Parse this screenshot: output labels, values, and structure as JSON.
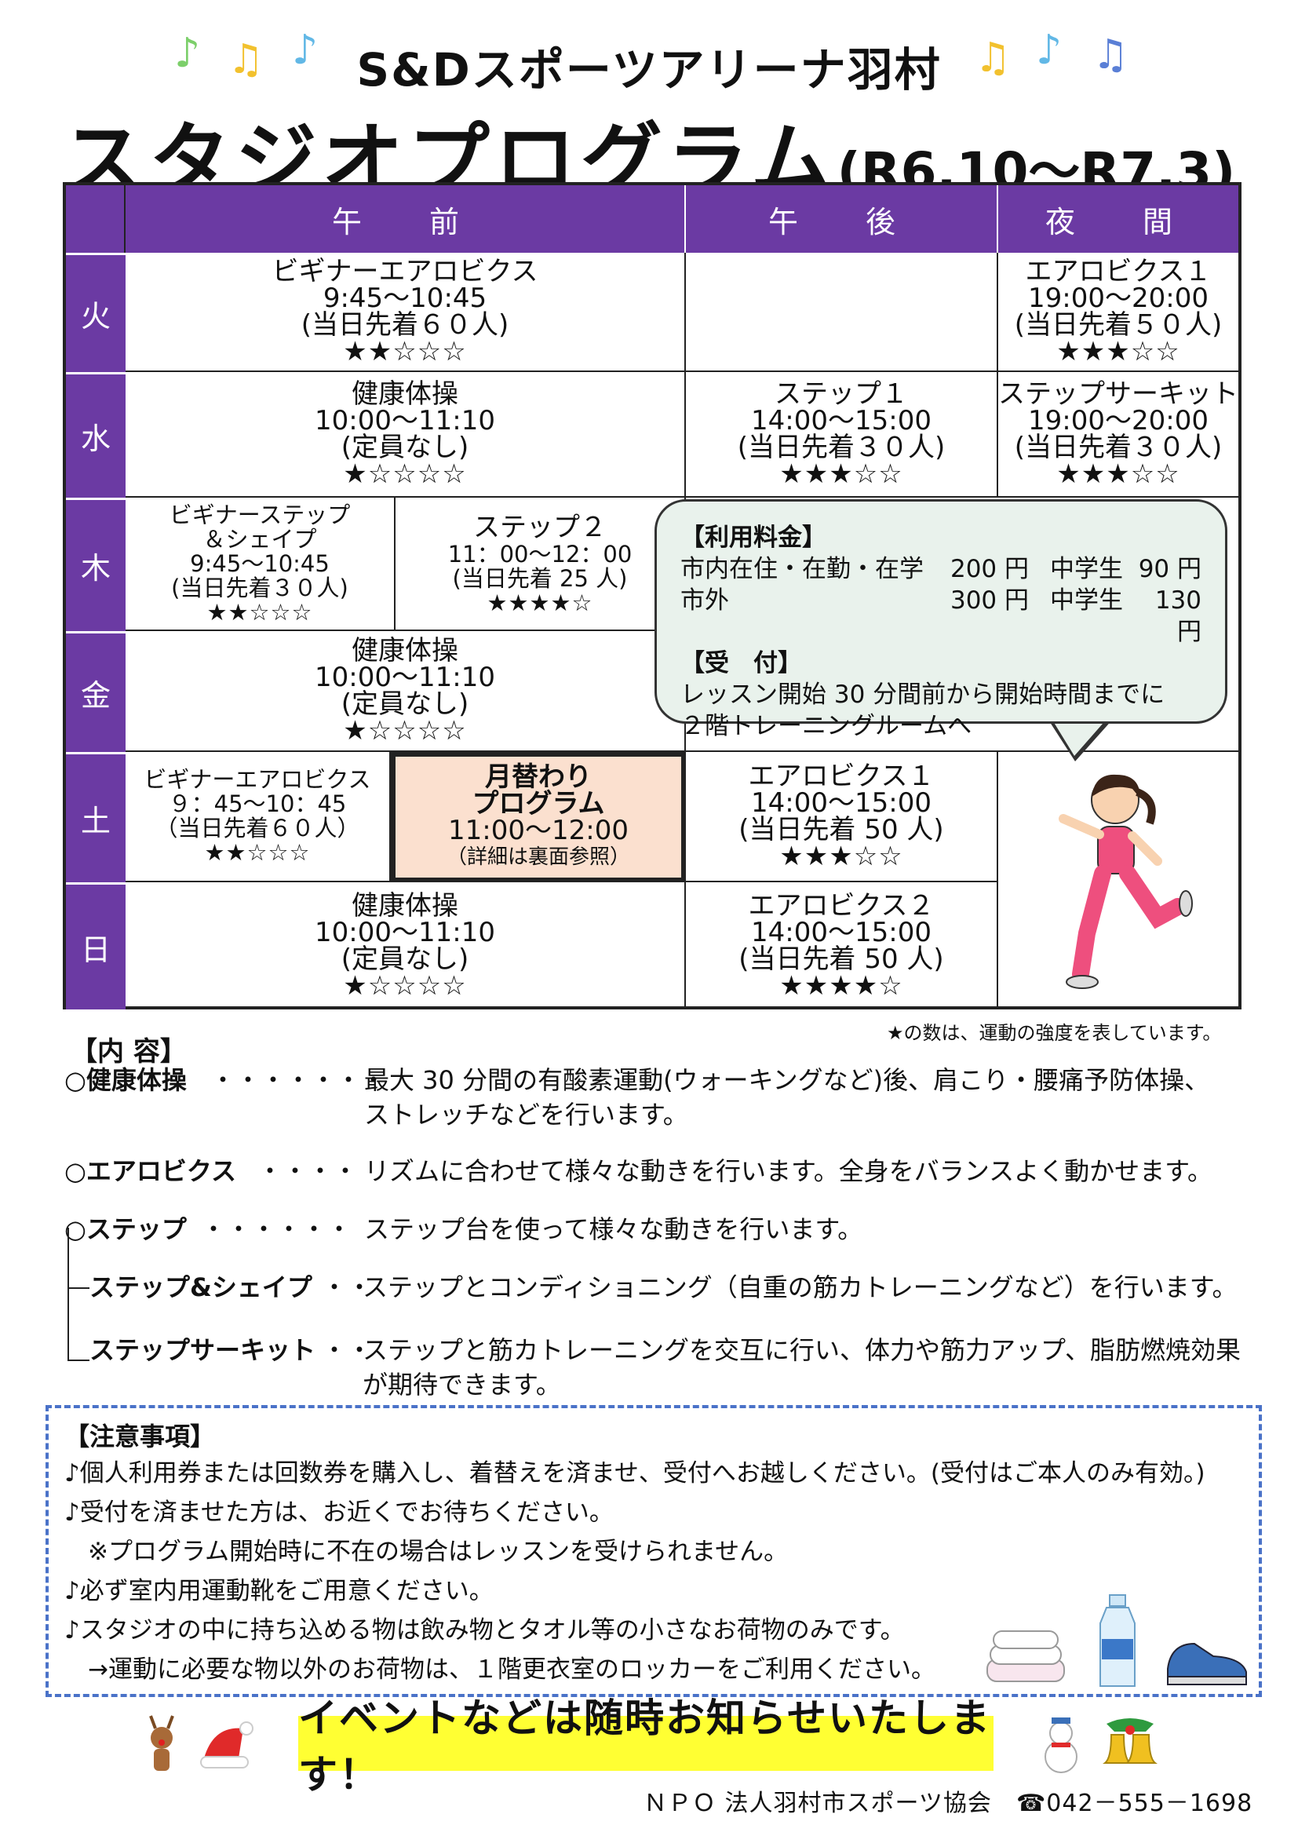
{
  "header": {
    "venue": "S&Dスポーツアリーナ羽村",
    "title": "スタジオプログラム",
    "period": "(R6.10～R7.3)"
  },
  "table": {
    "columns": [
      "午　前",
      "午　後",
      "夜　間"
    ],
    "days": [
      "火",
      "水",
      "木",
      "金",
      "土",
      "日"
    ],
    "tue": {
      "am": {
        "name": "ビギナーエアロビクス",
        "time": "9:45～10:45",
        "cap": "(当日先着６０人)",
        "stars": "★★☆☆☆"
      },
      "night": {
        "name": "エアロビクス１",
        "time": "19:00～20:00",
        "cap": "(当日先着５０人)",
        "stars": "★★★☆☆"
      }
    },
    "wed": {
      "am": {
        "name": "健康体操",
        "time": "10:00～11:10",
        "cap": "(定員なし)",
        "stars": "★☆☆☆☆"
      },
      "pm": {
        "name": "ステップ１",
        "time": "14:00～15:00",
        "cap": "(当日先着３０人)",
        "stars": "★★★☆☆"
      },
      "night": {
        "name": "ステップサーキット",
        "time": "19:00～20:00",
        "cap": "(当日先着３０人)",
        "stars": "★★★☆☆"
      }
    },
    "thu": {
      "am1": {
        "name1": "ビギナーステップ",
        "name2": "＆シェイプ",
        "time": "9:45～10:45",
        "cap": "(当日先着３０人)",
        "stars": "★★☆☆☆"
      },
      "am2": {
        "name": "ステップ２",
        "time": "11：00～12：00",
        "cap": "(当日先着 25 人)",
        "stars": "★★★★☆"
      }
    },
    "fri": {
      "am": {
        "name": "健康体操",
        "time": "10:00～11:10",
        "cap": "(定員なし)",
        "stars": "★☆☆☆☆"
      }
    },
    "sat": {
      "am1": {
        "name": "ビギナーエアロビクス",
        "time": "９：45～10：45",
        "cap": "（当日先着６０人）",
        "stars": "★★☆☆☆"
      },
      "am2": {
        "name1": "月替わり",
        "name2": "プログラム",
        "time": "11:00～12:00",
        "cap": "（詳細は裏面参照）"
      },
      "pm": {
        "name": "エアロビクス１",
        "time": "14:00～15:00",
        "cap": "(当日先着 50 人)",
        "stars": "★★★☆☆"
      }
    },
    "sun": {
      "am": {
        "name": "健康体操",
        "time": "10:00～11:10",
        "cap": "(定員なし)",
        "stars": "★☆☆☆☆"
      },
      "pm": {
        "name": "エアロビクス２",
        "time": "14:00～15:00",
        "cap": "(当日先着 50 人)",
        "stars": "★★★★☆"
      }
    }
  },
  "fees": {
    "title": "【利用料金】",
    "rows": [
      {
        "label": "市内在住・在勤・在学",
        "adult": "200 円",
        "junior_label": "中学生",
        "junior": "90 円"
      },
      {
        "label": "市外",
        "adult": "300 円",
        "junior_label": "中学生",
        "junior": "130 円"
      }
    ],
    "reception_title": "【受　付】",
    "reception_1": "レッスン開始 30 分間前から開始時間までに",
    "reception_2": "２階トレーニングルームへ"
  },
  "legend_note": "★の数は、運動の強度を表しています。",
  "contents": {
    "title": "【内 容】",
    "items": [
      {
        "label": "○健康体操",
        "dots": "・・・・・・・",
        "desc1": "最大 30 分間の有酸素運動(ウォーキングなど)後、肩こり・腰痛予防体操、",
        "desc2": "ストレッチなどを行います。"
      },
      {
        "label": "○エアロビクス",
        "dots": "・・・・",
        "desc1": "リズムに合わせて様々な動きを行います。全身をバランスよく動かせます。"
      },
      {
        "label": "○ステップ",
        "dots": "・・・・・・",
        "desc1": "ステップ台を使って様々な動きを行います。"
      },
      {
        "label": "ステップ&シェイプ",
        "dots": "・・",
        "desc1": "ステップとコンディショニング（自重の筋カトレーニングなど）を行います。"
      },
      {
        "label": "ステップサーキット",
        "dots": "・・",
        "desc1": "ステップと筋カトレーニングを交互に行い、体力や筋力アップ、脂肪燃焼効果",
        "desc2": "が期待できます。"
      }
    ]
  },
  "cautions": {
    "title": "【注意事項】",
    "lines": [
      "♪個人利用券または回数券を購入し、着替えを済ませ、受付へお越しください。(受付はご本人のみ有効。)",
      "♪受付を済ませた方は、お近くでお待ちください。",
      "※プログラム開始時に不在の場合はレッスンを受けられません。",
      "♪必ず室内用運動靴をご用意ください。",
      "♪スタジオの中に持ち込める物は飲み物とタオル等の小さなお荷物のみです。",
      "→運動に必要な物以外のお荷物は、１階更衣室のロッカーをご利用ください。"
    ]
  },
  "footer": {
    "event": "イベントなどは随時お知らせいたします！",
    "org": "ＮＰＯ 法人羽村市スポーツ協会",
    "phone": "☎042－555－1698"
  },
  "colors": {
    "header_purple": "#6b3aa3",
    "bubble_bg": "#e9f2ec",
    "monthly_bg": "#fbe0cf",
    "dash_blue": "#4a72c8",
    "event_yellow": "#ffff33"
  }
}
